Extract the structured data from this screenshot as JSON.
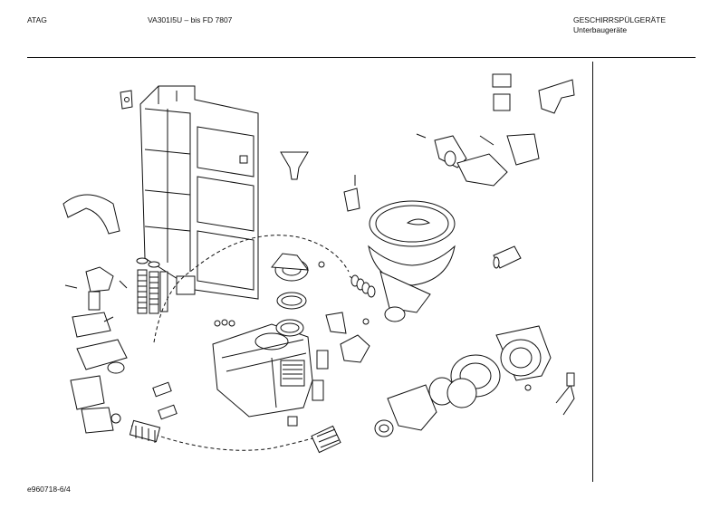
{
  "header": {
    "brand": "ATAG",
    "model": "VA301I5U – bis FD 7807",
    "category": "GESCHIRRSPÜLGERÄTE",
    "subcategory": "Unterbaugeräte"
  },
  "footer": {
    "drawing_number": "e960718-6/4"
  }
}
